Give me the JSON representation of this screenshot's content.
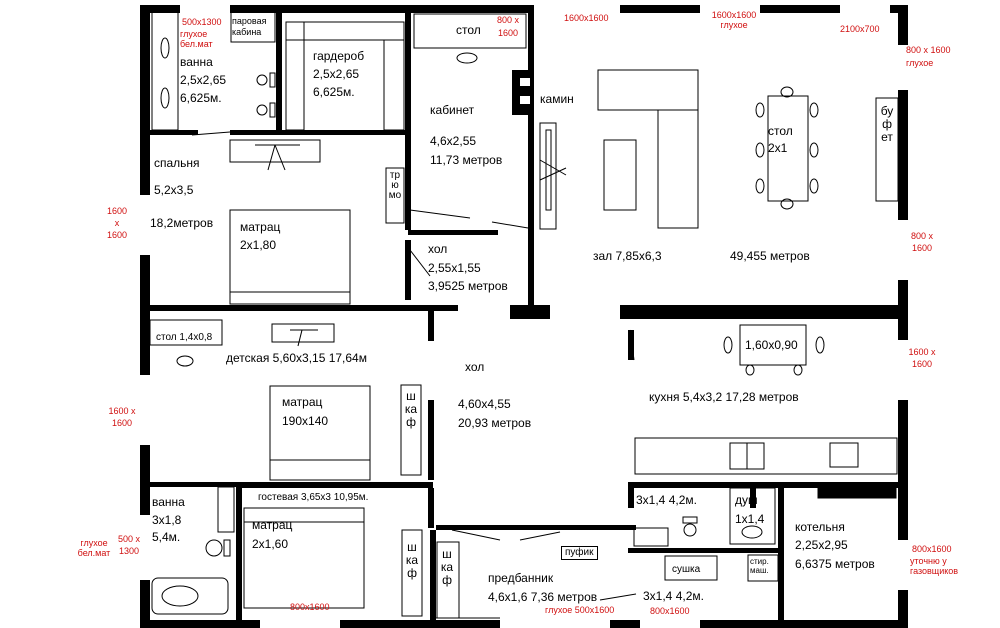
{
  "rooms": {
    "bath1": {
      "name": "ванна",
      "size": "2,5х2,65",
      "area": "6,625м."
    },
    "steam": {
      "name": "паровая кабина"
    },
    "wardrobe": {
      "name": "гардероб",
      "size": "2,5х2,65",
      "area": "6,625м."
    },
    "desk_top": {
      "name": "стол"
    },
    "study": {
      "name": "кабинет",
      "size": "4,6х2,55",
      "area": "11,73 метров"
    },
    "fireplace": {
      "name": "камин"
    },
    "hall_table": {
      "name": "стол",
      "size": "2х1"
    },
    "buffet": {
      "name": "буфет"
    },
    "bedroom": {
      "name": "спальня",
      "size": "5,2х3,5",
      "area": "18,2метров"
    },
    "trumo": {
      "name": "трюмо"
    },
    "bed1": {
      "name": "матрац",
      "size": "2х1,80"
    },
    "hall1": {
      "name": "хол",
      "size": "2,55х1,55",
      "area": "3,9525 метров"
    },
    "hall_big": {
      "name": "зал 7,85х6,3",
      "area": "49,455 метров"
    },
    "kids_desk": {
      "name": "стол 1,4х0,8"
    },
    "kids": {
      "name": "детская  5,60х3,15  17,64м"
    },
    "bed2": {
      "name": "матрац",
      "size": "190х140"
    },
    "closet1": {
      "name": "шкаф"
    },
    "hall2": {
      "name": "хол",
      "size": "4,60х4,55",
      "area": "20,93 метров"
    },
    "kitchen_table": {
      "name": "1,60х0,90"
    },
    "kitchen": {
      "name": "кухня  5,4х3,2  17,28 метров"
    },
    "bath2": {
      "name": "ванна",
      "size": "3х1,8",
      "area": "5,4м."
    },
    "guest": {
      "name": "гостевая  3,65х3  10,95м."
    },
    "bed3": {
      "name": "матрац",
      "size": "2х1,60"
    },
    "closet2": {
      "name": "шкаф"
    },
    "closet3": {
      "name": "шкаф"
    },
    "pouf": {
      "name": "пуфик"
    },
    "anteroom": {
      "name": "предбанник",
      "size": "4,6х1,6  7,36 метров"
    },
    "wc": {
      "name": "3х1,4  4,2м."
    },
    "shower": {
      "name": "душ",
      "size": "1х1,4"
    },
    "dryer_room": {
      "name": "3х1,4  4,2м."
    },
    "dryer": {
      "name": "сушка"
    },
    "washer": {
      "name": "стир. маш."
    },
    "boiler": {
      "name": "котельня",
      "size": "2,25х2,95",
      "area": "6,6375 метров"
    }
  },
  "openings": {
    "w_bath1": "500х1300",
    "w_bath1_note": "глухое бел.мат",
    "w_study": "800 х 1600",
    "w_top1": "1600х1600",
    "w_top2": "1600х1600 глухое",
    "w_top3": "2100х700",
    "w_right1": "800 х 1600 глухое",
    "w_left1": "1600 х 1600",
    "w_right2": "800 х 1600",
    "w_right3": "1600 х 1600",
    "w_left2": "1600 х 1600",
    "w_left3_note": "глухое бел.мат",
    "w_left3": "500 х 1300",
    "w_right4": "800х1600",
    "w_right4_note": "уточню у газовщиков",
    "w_bottom1": "800х1600",
    "w_bottom2": "глухое 500х1600",
    "w_bottom3": "800х1600"
  },
  "colors": {
    "wall": "#000000",
    "window_label": "#d01010",
    "background": "#ffffff"
  }
}
